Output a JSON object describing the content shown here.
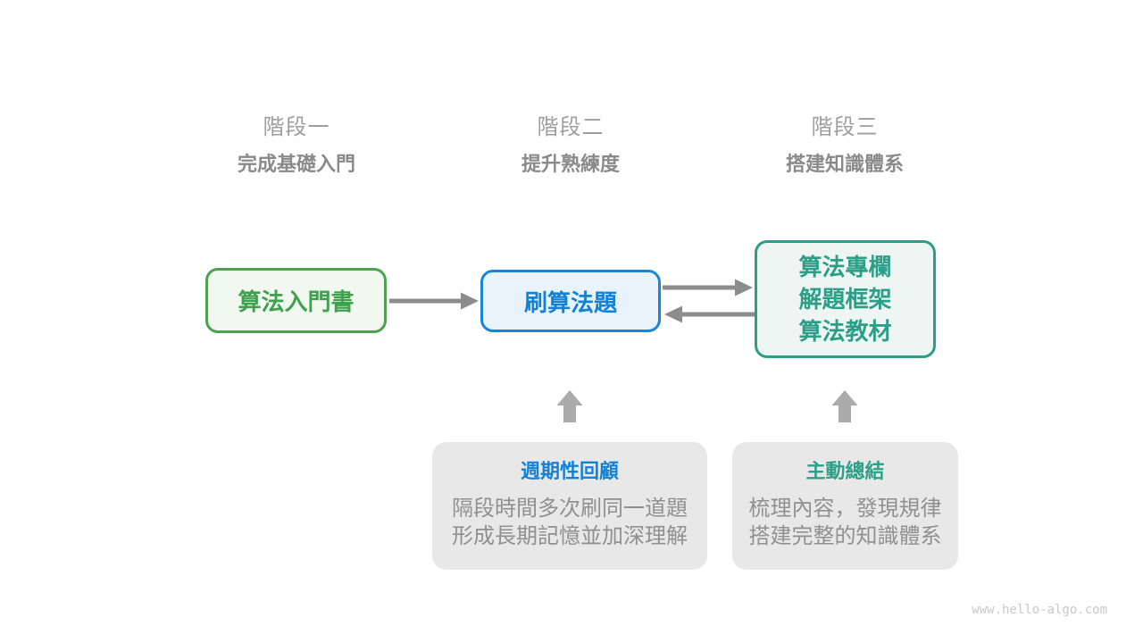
{
  "stages": [
    {
      "number": "階段一",
      "subtitle": "完成基礎入門"
    },
    {
      "number": "階段二",
      "subtitle": "提升熟練度"
    },
    {
      "number": "階段三",
      "subtitle": "搭建知識體系"
    }
  ],
  "nodes": {
    "intro_book": {
      "label": "算法入門書"
    },
    "practice": {
      "label": "刷算法題"
    },
    "resources": {
      "lines": [
        "算法專欄",
        "解題框架",
        "算法教材"
      ]
    }
  },
  "callouts": {
    "review": {
      "title": "週期性回顧",
      "body_lines": [
        "隔段時間多次刷同一道題",
        "形成長期記憶並加深理解"
      ]
    },
    "summary": {
      "title": "主動總結",
      "body_lines": [
        "梳理內容，發現規律",
        "搭建完整的知識體系"
      ]
    }
  },
  "watermark": "www.hello-algo.com",
  "colors": {
    "green_text": "#3fa04e",
    "green_border": "#4fa052",
    "green_fill": "#f0f8ef",
    "blue_text": "#1382d6",
    "blue_border": "#1b84d5",
    "blue_fill": "#e9f3fc",
    "teal_text": "#2d9f88",
    "teal_border": "#2e9c86",
    "teal_fill": "#edf6f3",
    "connector_arrow": "#8c8c8c",
    "block_arrow": "#ababab",
    "callout_fill": "#e8e8e8",
    "stage_number": "#9e9e9e",
    "stage_subtitle": "#8a8a8a",
    "body_text": "#909090",
    "watermark_text": "#c9c9c9",
    "background": "#ffffff"
  }
}
